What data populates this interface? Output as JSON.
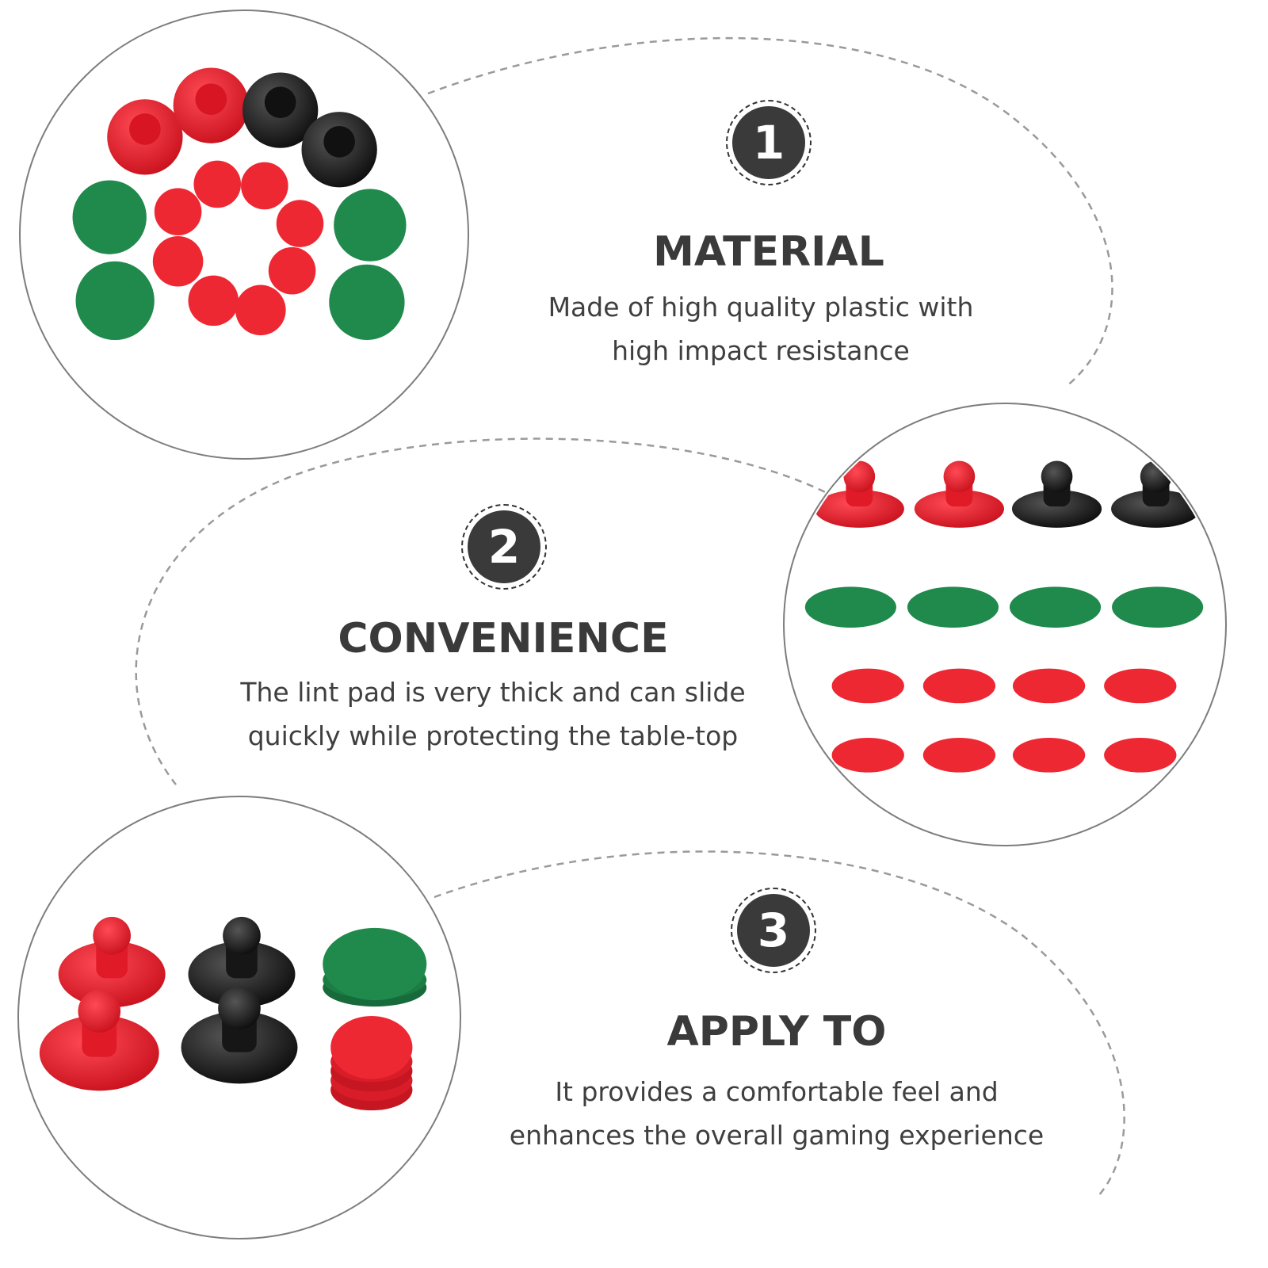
{
  "colors": {
    "red": "#e8212f",
    "black": "#1a1a1a",
    "green": "#1f8a4c",
    "badge": "#3a3a3a",
    "text": "#3a3a3a"
  },
  "features": [
    {
      "number": "1",
      "title": "MATERIAL",
      "desc_line1": "Made of high quality plastic with",
      "desc_line2": "high impact resistance"
    },
    {
      "number": "2",
      "title": "CONVENIENCE",
      "desc_line1": "The lint pad is very thick and can slide",
      "desc_line2": "quickly while protecting the table-top"
    },
    {
      "number": "3",
      "title": "APPLY TO",
      "desc_line1": "It provides a comfortable feel and",
      "desc_line2": "enhances the overall gaming experience"
    }
  ],
  "photos": [
    {
      "name": "product-layout-circle",
      "description_icon": "pushers-pucks-felt-pads"
    },
    {
      "name": "product-grid-circle",
      "description_icon": "pushers-pucks-felt-pads"
    },
    {
      "name": "product-stacked-circle",
      "description_icon": "pushers-pucks-felt-pads"
    }
  ]
}
